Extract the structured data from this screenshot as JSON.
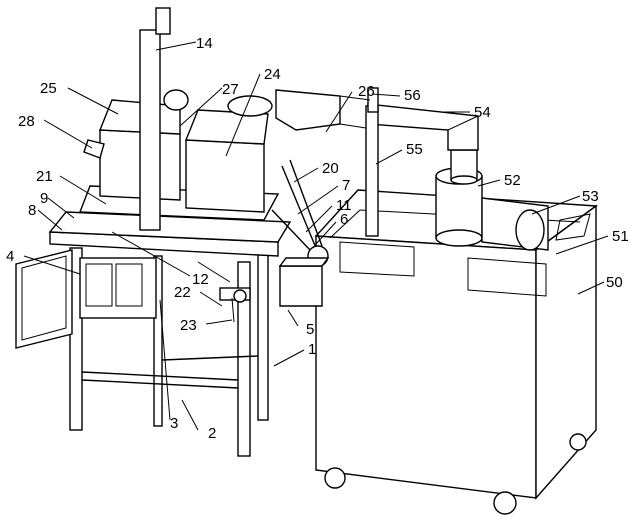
{
  "figure": {
    "labels": {
      "l14": "14",
      "l27": "27",
      "l24": "24",
      "l25": "25",
      "l26": "26",
      "l56": "56",
      "l54": "54",
      "l28": "28",
      "l55": "55",
      "l20": "20",
      "l52": "52",
      "l21": "21",
      "l7": "7",
      "l53": "53",
      "l9": "9",
      "l11": "11",
      "l8": "8",
      "l6": "6",
      "l51": "51",
      "l4": "4",
      "l12": "12",
      "l50": "50",
      "l22": "22",
      "l23": "23",
      "l5": "5",
      "l1": "1",
      "l3": "3",
      "l2": "2"
    }
  }
}
